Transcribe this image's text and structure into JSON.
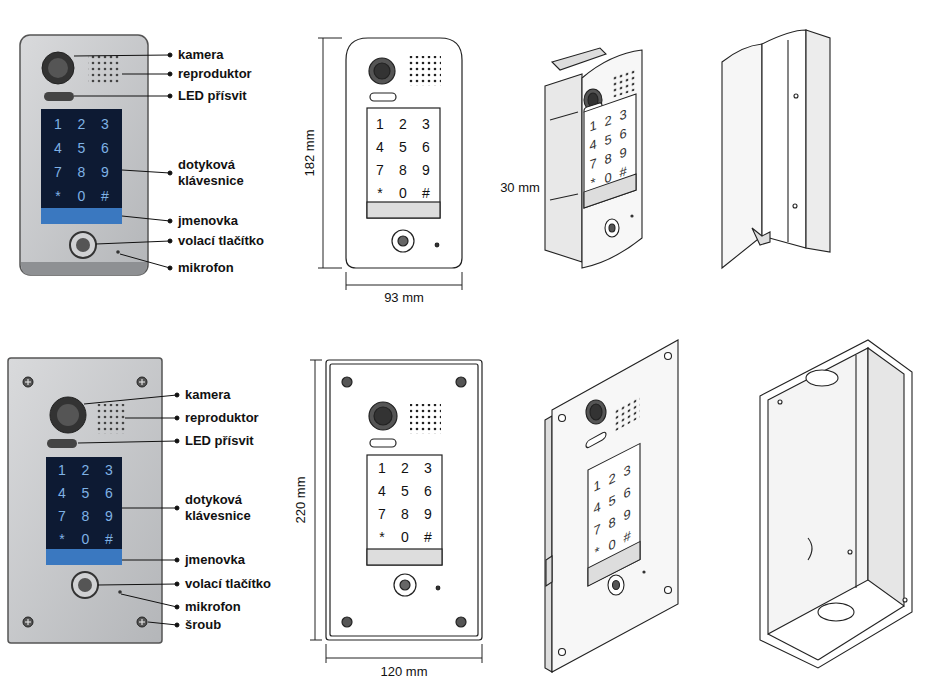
{
  "diagram": {
    "labels": [
      "kamera",
      "reproduktor",
      "LED přísvit",
      "dotyková klávesnice",
      "jmenovka",
      "volací tlačítko",
      "mikrofon",
      "1",
      "2",
      "3",
      "4",
      "5",
      "6",
      "7",
      "8",
      "9",
      "*",
      "0",
      "#",
      "182 mm",
      "93 mm",
      "1",
      "2",
      "3",
      "4",
      "5",
      "6",
      "7",
      "8",
      "9",
      "*",
      "0",
      "#",
      "30 mm",
      "1",
      "2",
      "3",
      "4",
      "5",
      "6",
      "7",
      "8",
      "9",
      "*",
      "0",
      "#",
      "kamera",
      "reproduktor",
      "LED přísvit",
      "dotyková klávesnice",
      "jmenovka",
      "volací tlačítko",
      "mikrofon",
      "šroub",
      "1",
      "2",
      "3",
      "4",
      "5",
      "6",
      "7",
      "8",
      "9",
      "*",
      "0",
      "#",
      "220 mm",
      "120 mm",
      "1",
      "2",
      "3",
      "4",
      "5",
      "6",
      "7",
      "8",
      "9",
      "*",
      "0",
      "#",
      "1",
      "2",
      "3",
      "4",
      "5",
      "6",
      "7",
      "8",
      "9",
      "*",
      "0",
      "#"
    ]
  }
}
